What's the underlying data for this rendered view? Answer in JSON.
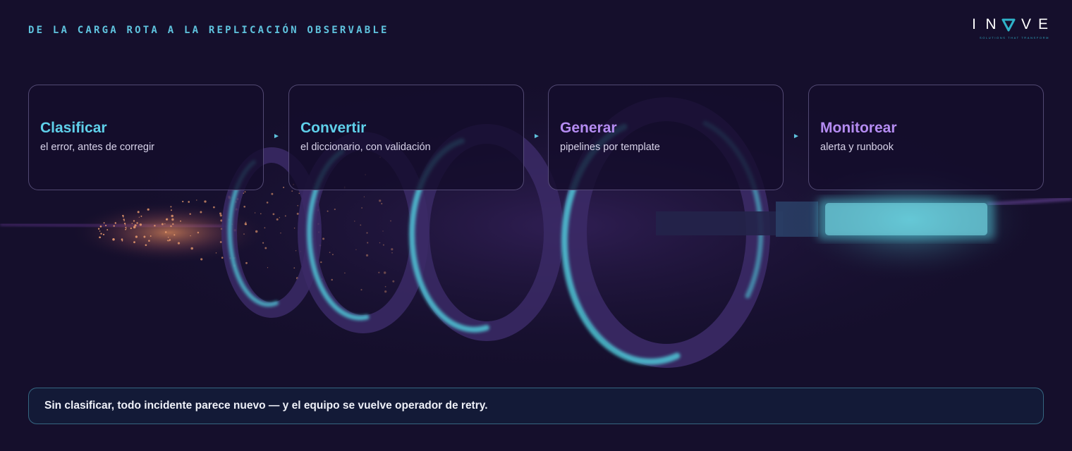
{
  "header": {
    "eyebrow": "DE LA CARGA ROTA A LA REPLICACIÓN OBSERVABLE"
  },
  "logo": {
    "letters": [
      "I",
      "N",
      "V",
      "E"
    ],
    "tagline": "SOLUTIONS THAT TRANSFORM",
    "accent_color": "#2fb3c9"
  },
  "steps": [
    {
      "title": "Clasificar",
      "subtitle": "el error, antes de corregir",
      "color": "#5fd0ea"
    },
    {
      "title": "Convertir",
      "subtitle": "el diccionario, con validación",
      "color": "#5fd0ea"
    },
    {
      "title": "Generar",
      "subtitle": "pipelines por template",
      "color": "#b58cf2"
    },
    {
      "title": "Monitorear",
      "subtitle": "alerta y runbook",
      "color": "#b58cf2"
    }
  ],
  "arrow_glyph": "►",
  "footer": {
    "note": "Sin clasificar, todo incidente parece nuevo — y el equipo se vuelve operador de retry."
  },
  "colors": {
    "background": "#150f2c",
    "cyan_accent": "#5fc3de",
    "violet_accent": "#b58cf2",
    "ring_glow": "#4fc8d8"
  }
}
